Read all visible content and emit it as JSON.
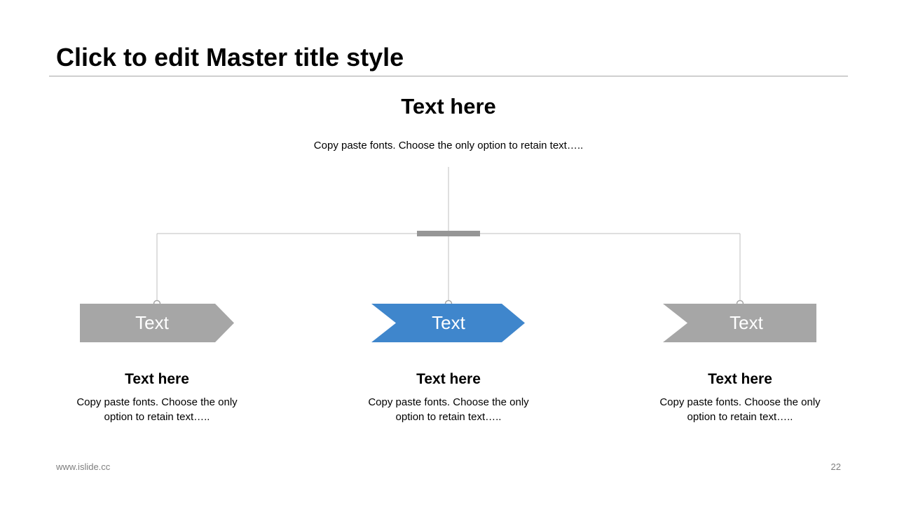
{
  "slide": {
    "master_title": "Click to edit Master title style",
    "footer_url": "www.islide.cc",
    "page_number": "22"
  },
  "diagram": {
    "top": {
      "heading": "Text here",
      "description": "Copy paste fonts. Choose the only option to retain text….."
    },
    "nodes": [
      {
        "label": "Text",
        "heading": "Text here",
        "description_line1": "Copy paste fonts. Choose the only",
        "description_line2": "option to retain text…..",
        "color": "#a6a6a6"
      },
      {
        "label": "Text",
        "heading": "Text here",
        "description_line1": "Copy paste fonts. Choose the only",
        "description_line2": "option to retain text…..",
        "color": "#3f86cc"
      },
      {
        "label": "Text",
        "heading": "Text here",
        "description_line1": "Copy paste fonts. Choose the only",
        "description_line2": "option to retain text…..",
        "color": "#a6a6a6"
      }
    ],
    "connector_color": "#bfbfbf",
    "hub_color": "#969696"
  }
}
